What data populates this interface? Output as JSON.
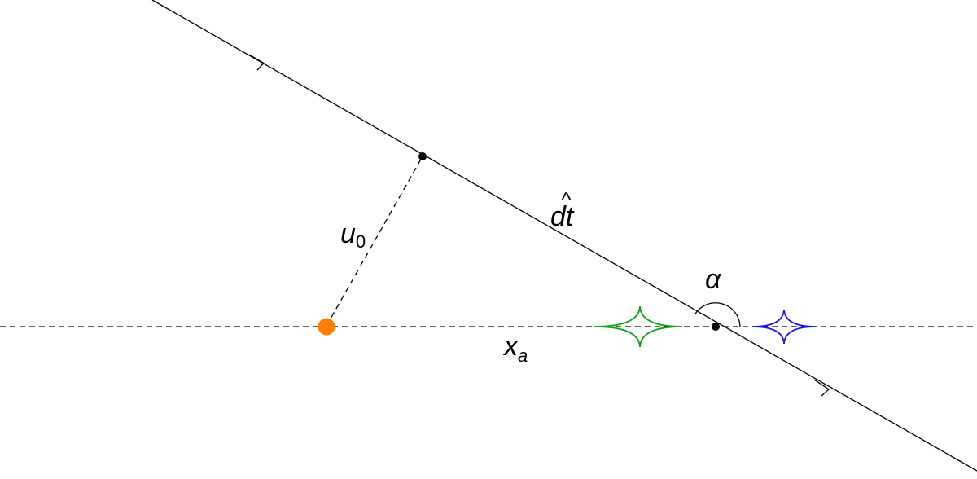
{
  "labels": {
    "u": "u",
    "u_sub": "0",
    "dt": "dt",
    "dt_hat": "^",
    "x": "x",
    "x_sub": "a",
    "alpha": "α"
  },
  "colors": {
    "line": "#000000",
    "lens": "#ff8000",
    "caustic_left": "#12a012",
    "caustic_right": "#1a1ae6"
  }
}
